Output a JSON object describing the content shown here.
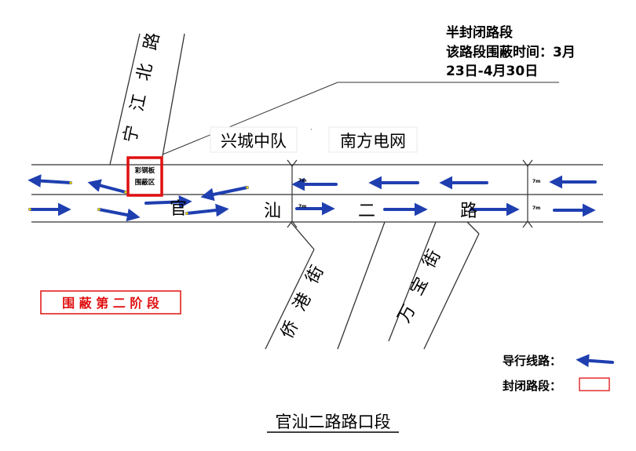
{
  "annotation": {
    "line1": "半封闭路段",
    "line2": "该路段围蔽时间：3月",
    "line3": "23日-4月30日"
  },
  "labels": {
    "xingcheng": "兴城中队",
    "power_grid": "南方电网",
    "enclosure_box": [
      "彩钢板",
      "围蔽区"
    ],
    "stage": "围 蔽 第 二 阶 段"
  },
  "roads": {
    "main_chars": [
      "官",
      "汕",
      "二",
      "路"
    ],
    "ningjiang_chars": [
      "宁",
      "江",
      "北",
      "路"
    ],
    "qiaogang_chars": [
      "侨",
      "港",
      "街"
    ],
    "wanbao_chars": [
      "万",
      "宝",
      "街"
    ],
    "lane_width_left": "7m",
    "lane_width_right_top": "7m",
    "lane_width_right_bottom": "7m",
    "lane_width_mid": "7m"
  },
  "legend": {
    "guide_label": "导行线路：",
    "closed_label": "封闭路段："
  },
  "title": "官汕二路路口段",
  "colors": {
    "arrow": "#1f3fb0",
    "arrow_tip": "#f2d600",
    "closed": "#e01010",
    "road": "#333333"
  }
}
